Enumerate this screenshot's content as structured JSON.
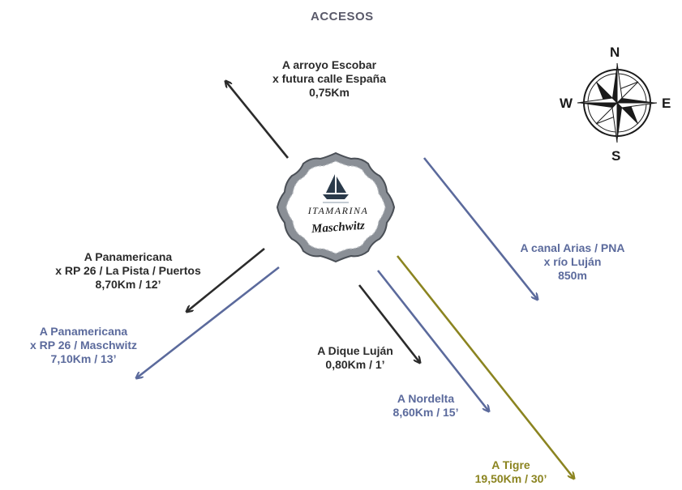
{
  "title": "ACCESOS",
  "colors": {
    "dark": "#2b2b2b",
    "blue": "#5b6a9c",
    "olive": "#8b8420"
  },
  "logo": {
    "line1": "ITAMARINA",
    "line2": "Maschwitz",
    "icon": "sailboat-icon"
  },
  "compass": {
    "n": "N",
    "s": "S",
    "e": "E",
    "w": "W",
    "icon": "compass-rose-icon"
  },
  "routes": {
    "escobar": {
      "lines": [
        "A arroyo Escobar",
        "x futura calle España",
        "0,75Km"
      ]
    },
    "canal": {
      "lines": [
        "A canal Arias / PNA",
        "x río Luján",
        "850m"
      ]
    },
    "panam_puertos": {
      "lines": [
        "A Panamericana",
        "x RP 26 / La Pista / Puertos",
        "8,70Km / 12’"
      ]
    },
    "panam_maschwitz": {
      "lines": [
        "A Panamericana",
        "x RP 26 / Maschwitz",
        "7,10Km / 13’"
      ]
    },
    "dique": {
      "lines": [
        "A Dique Luján",
        "0,80Km / 1’"
      ]
    },
    "nordelta": {
      "lines": [
        "A Nordelta",
        "8,60Km / 15’"
      ]
    },
    "tigre": {
      "lines": [
        "A Tigre",
        "19,50Km / 30’"
      ]
    }
  }
}
